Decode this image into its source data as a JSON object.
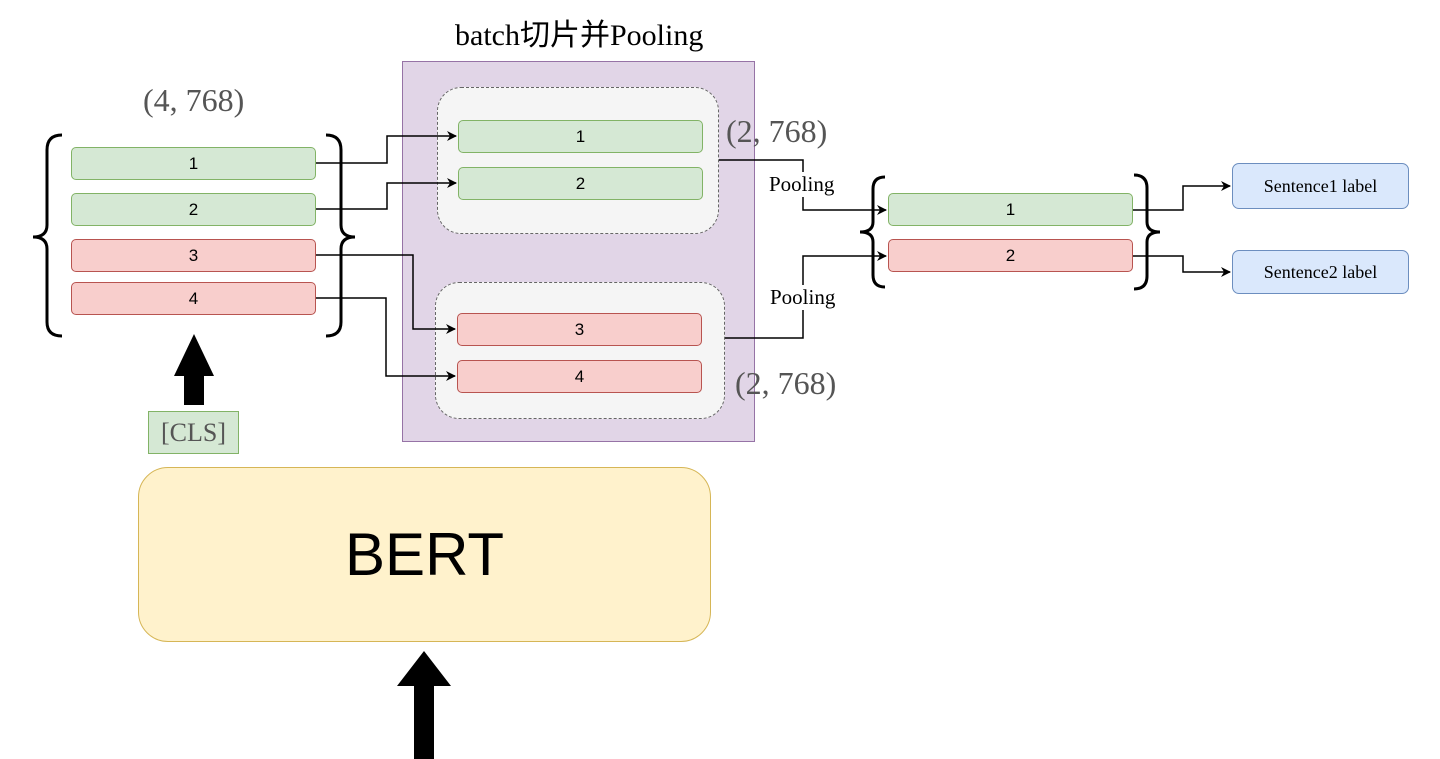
{
  "title": "batch切片并Pooling",
  "input_batch": {
    "shape_label": "(4, 768)",
    "rows": [
      {
        "label": "1",
        "group": "sentence1",
        "color": "green"
      },
      {
        "label": "2",
        "group": "sentence1",
        "color": "green"
      },
      {
        "label": "3",
        "group": "sentence2",
        "color": "red"
      },
      {
        "label": "4",
        "group": "sentence2",
        "color": "red"
      }
    ]
  },
  "slices": [
    {
      "shape_label": "(2, 768)",
      "rows": [
        "1",
        "2"
      ],
      "color": "green",
      "pool_label": "Pooling"
    },
    {
      "shape_label": "(2, 768)",
      "rows": [
        "3",
        "4"
      ],
      "color": "red",
      "pool_label": "Pooling"
    }
  ],
  "pooled": {
    "rows": [
      {
        "label": "1",
        "color": "green"
      },
      {
        "label": "2",
        "color": "red"
      }
    ]
  },
  "outputs": [
    {
      "label": "Sentence1 label"
    },
    {
      "label": "Sentence2 label"
    }
  ],
  "cls_token": "[CLS]",
  "model": "BERT",
  "colors": {
    "green_fill": "#d5e8d4",
    "green_stroke": "#82b366",
    "red_fill": "#f8cecc",
    "red_stroke": "#b85450",
    "purple_fill": "#e1d5e7",
    "purple_stroke": "#9673a6",
    "blue_fill": "#dae8fc",
    "blue_stroke": "#6c8ebf",
    "yellow_fill": "#fff2cc",
    "yellow_stroke": "#d6b656"
  }
}
